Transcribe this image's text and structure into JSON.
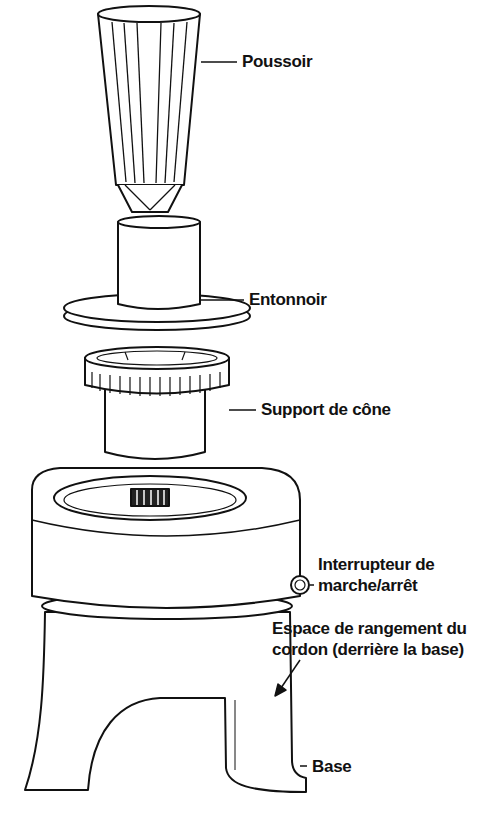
{
  "diagram": {
    "labels": [
      "Poussoir",
      "Entonnoir",
      "Support de cône",
      "Interrupteur de marche/arrêt",
      "Espace de rangement du cordon (derrière la base)",
      "Base"
    ]
  }
}
